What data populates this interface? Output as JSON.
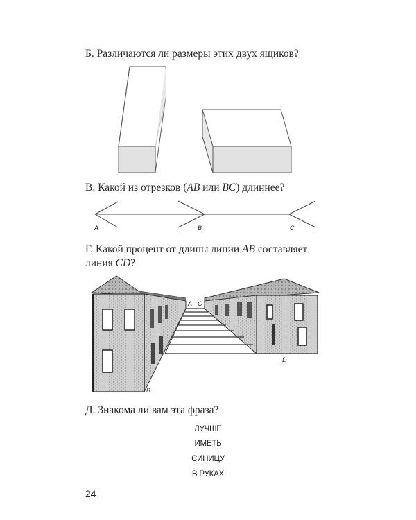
{
  "page": {
    "number": "24",
    "questions": [
      {
        "id": "B",
        "text": "Б. Различаются ли размеры этих двух ящиков?"
      },
      {
        "id": "V",
        "prefix": "В. Какой из отрезков (",
        "seg1": "AB",
        "mid": " или ",
        "seg2": "BC",
        "suffix": ") длиннее?",
        "figure_labels": [
          "A",
          "B",
          "C"
        ]
      },
      {
        "id": "G",
        "line1_prefix": "Г. Какой процент от длины линии ",
        "line1_ab": "AB",
        "line1_suffix": " составляет",
        "line2_prefix": "линия ",
        "line2_cd": "CD",
        "line2_suffix": "?",
        "figure_labels": [
          "A",
          "B",
          "C",
          "D"
        ]
      },
      {
        "id": "D",
        "text": "Д. Знакома ли вам эта фраза?",
        "phrase_lines": [
          "ЛУЧШЕ",
          "ИМЕТЬ",
          "СИНИЦУ",
          "В РУКАХ"
        ]
      }
    ]
  }
}
